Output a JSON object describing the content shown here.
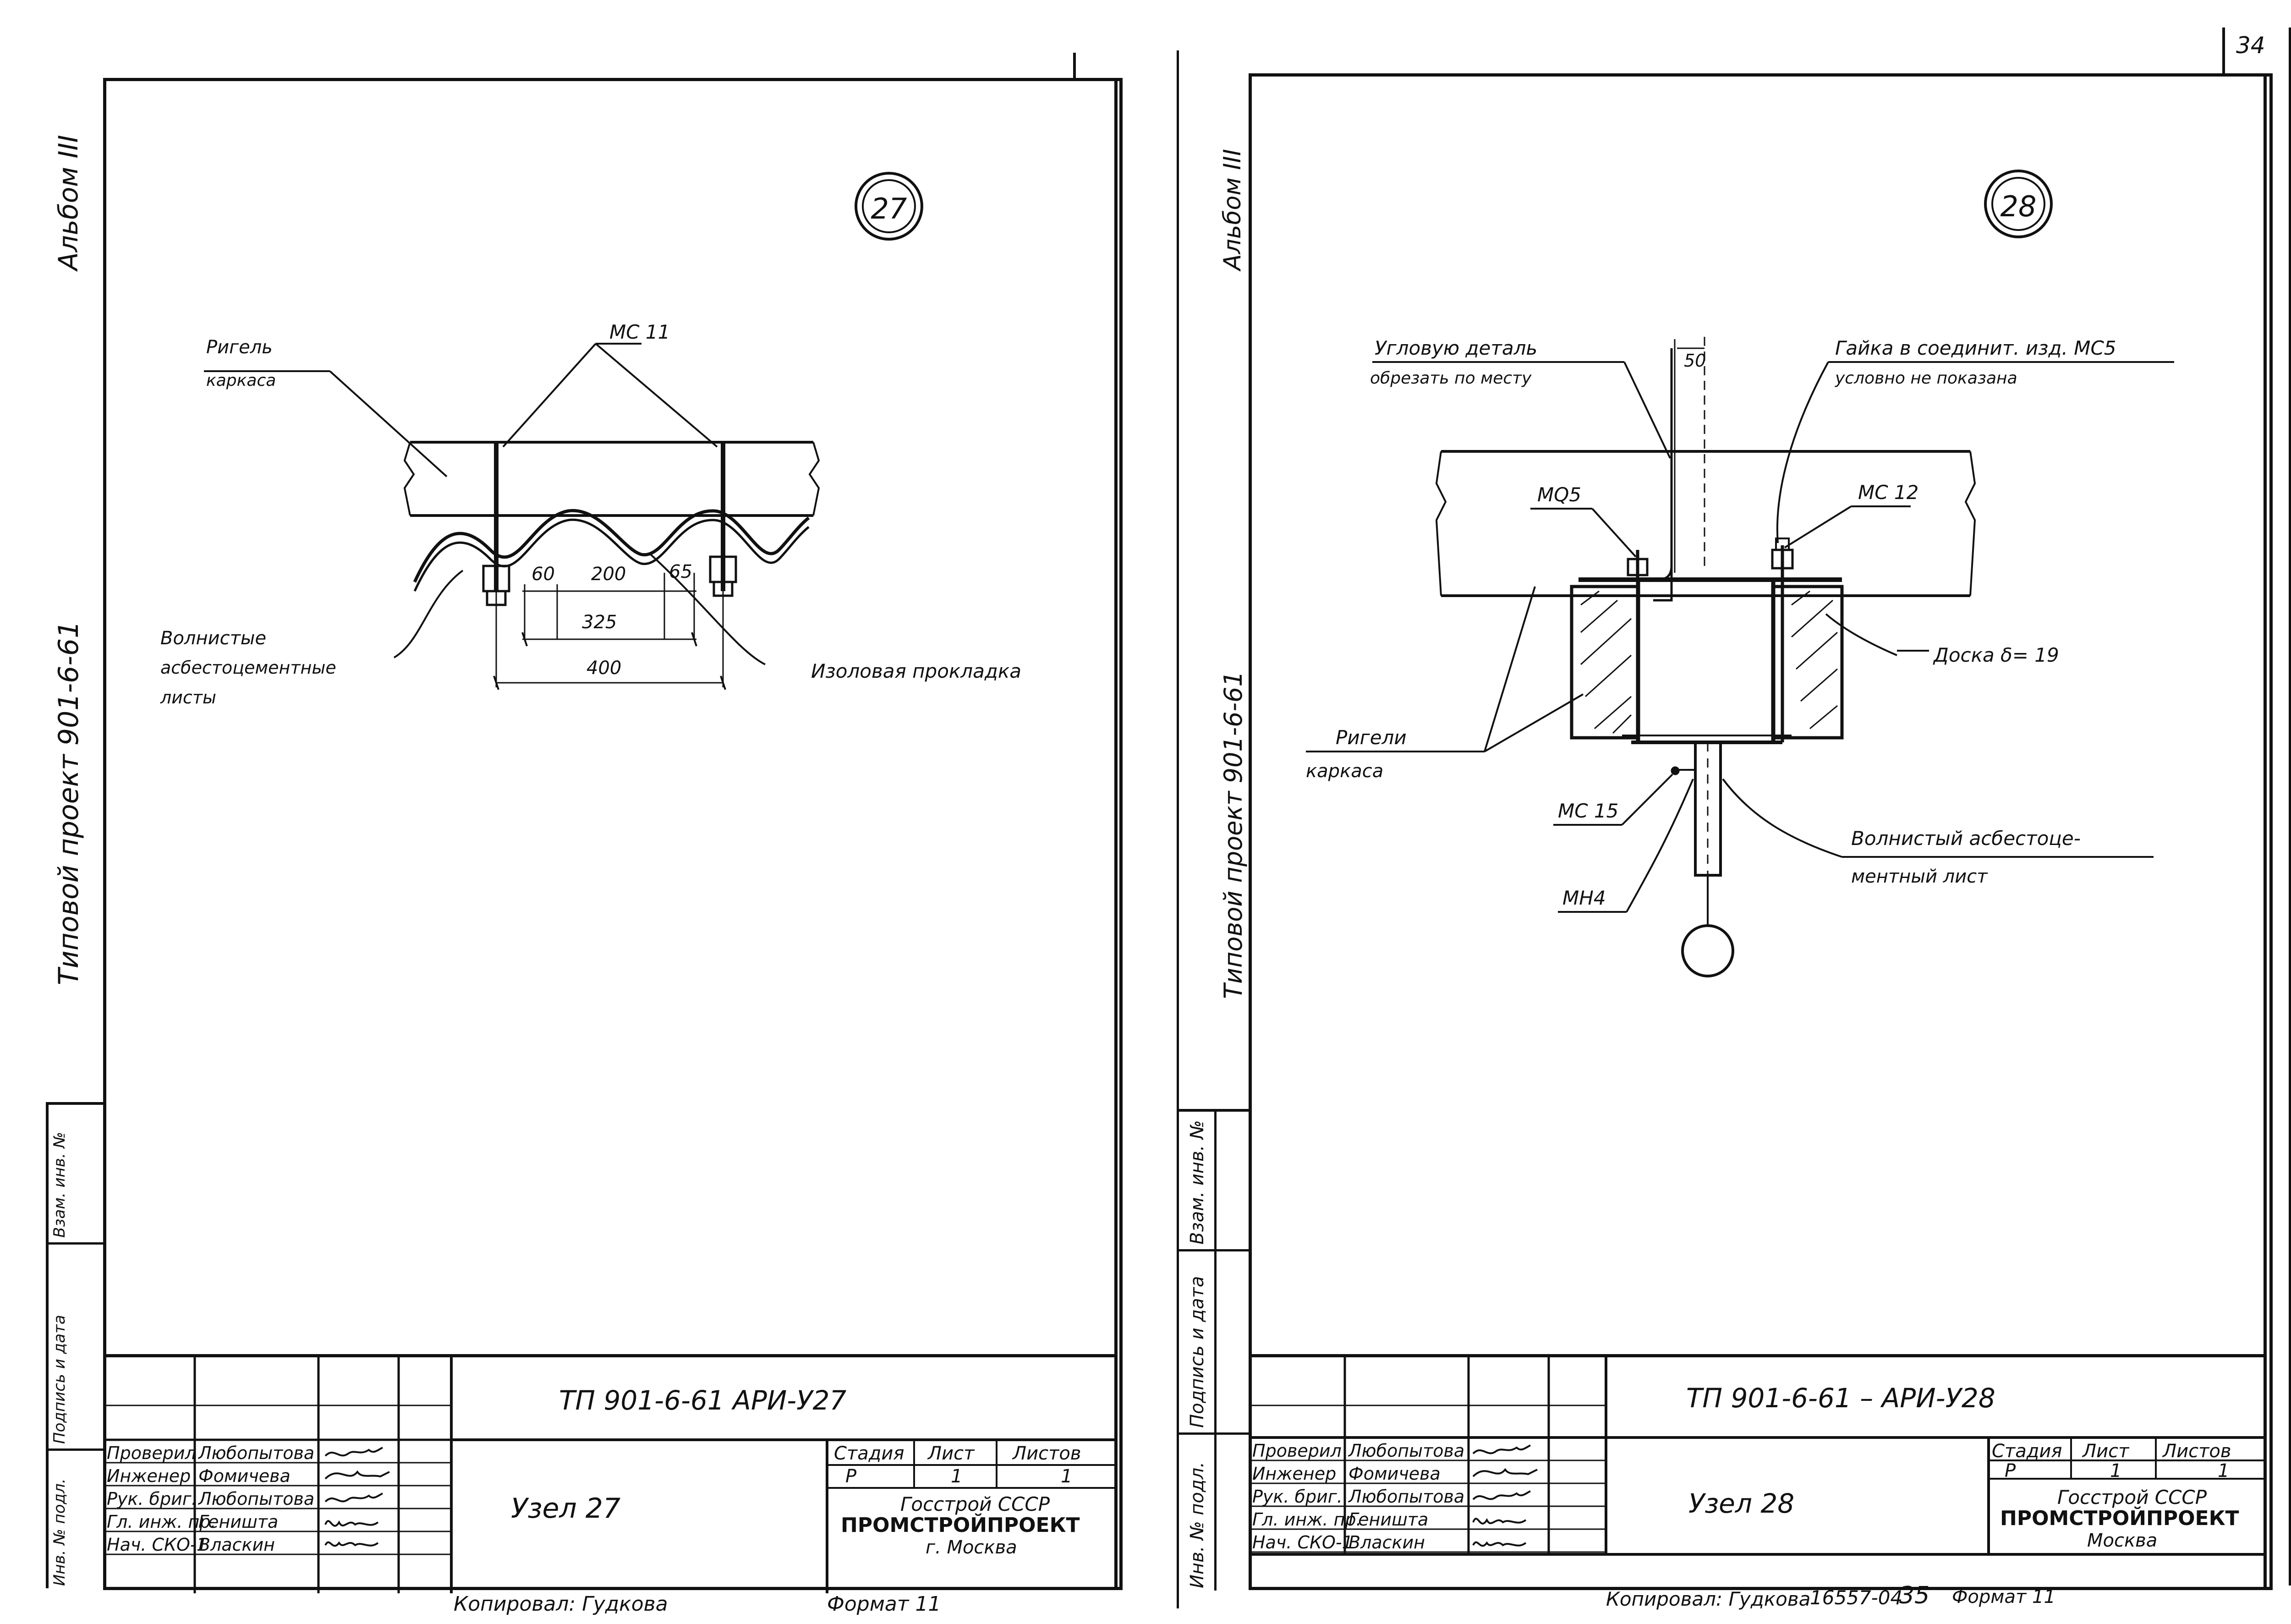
{
  "page_number": "34",
  "sheets": [
    {
      "detail_number": "27",
      "side": {
        "album": "Альбом III",
        "project": "Типовой   проект   901-6-61",
        "stamp": [
          "Инв. № подл.",
          "Подпись и дата",
          "Взам. инв. №"
        ]
      },
      "labels": {
        "rigel": "Ригель",
        "rigel2": "каркаса",
        "mc": "МС 11",
        "sheets1": "Волнистые",
        "sheets2": "асбестоцементные",
        "sheets3": "листы",
        "gasket": "Изоловая   прокладка",
        "d60": "60",
        "d200": "200",
        "d65": "65",
        "d325": "325",
        "d400": "400"
      },
      "title_block": {
        "code": "ТП 901-6-61       АРИ-У27",
        "node": "Узел   27",
        "stage_h": "Стадия",
        "sheet_h": "Лист",
        "sheets_h": "Листов",
        "stage": "Р",
        "sheet": "1",
        "sheets": "1",
        "org1": "Госстрой СССР",
        "org2": "ПРОМСТРОЙПРОЕКТ",
        "org3": "г. Москва",
        "roles": [
          {
            "role": "Проверил",
            "name": "Любопытова"
          },
          {
            "role": "Инженер",
            "name": "Фомичева"
          },
          {
            "role": "Рук. бриг.",
            "name": "Любопытова"
          },
          {
            "role": "Гл. инж. пр.",
            "name": "Геништа"
          },
          {
            "role": "Нач. СКО-1",
            "name": "Власкин"
          }
        ]
      },
      "footer": {
        "copied": "Копировал: Гудкова",
        "format": "Формат 11"
      }
    },
    {
      "detail_number": "28",
      "side": {
        "album": "Альбом III",
        "project": "Типовой   проект   901-6-61",
        "stamp": [
          "Инв. № подл.",
          "Подпись и дата",
          "Взам. инв. №"
        ]
      },
      "labels": {
        "corner1": "Угловую деталь",
        "corner2": "обрезать по месту",
        "nut1": "Гайка в соединит. изд. МС5",
        "nut2": "условно  не  показана",
        "d50": "50",
        "mq5": "MQ5",
        "mc12": "МС 12",
        "board": "Доска  δ= 19",
        "rigels1": "Ригели",
        "rigels2": "каркаса",
        "mc15": "МС 15",
        "mn4": "МН4",
        "sheet1": "Волнистый  асбестоце-",
        "sheet2": "ментный  лист"
      },
      "title_block": {
        "code": "ТП 901-6-61    – АРИ-У28",
        "node": "Узел  28",
        "stage_h": "Стадия",
        "sheet_h": "Лист",
        "sheets_h": "Листов",
        "stage": "Р",
        "sheet": "1",
        "sheets": "1",
        "org1": "Госстрой СССР",
        "org2": "ПРОМСТРОЙПРОЕКТ",
        "org3": "Москва",
        "roles": [
          {
            "role": "Проверил",
            "name": "Любопытова"
          },
          {
            "role": "Инженер",
            "name": "Фомичева"
          },
          {
            "role": "Рук. бриг.",
            "name": "Любопытова"
          },
          {
            "role": "Гл. инж. пр.",
            "name": "Геништа"
          },
          {
            "role": "Нач. СКО-1",
            "name": "Власкин"
          }
        ]
      },
      "footer": {
        "copied": "Копировал: Гудкова",
        "order": "16557-04",
        "page": "35",
        "format": "Формат 11"
      }
    }
  ]
}
